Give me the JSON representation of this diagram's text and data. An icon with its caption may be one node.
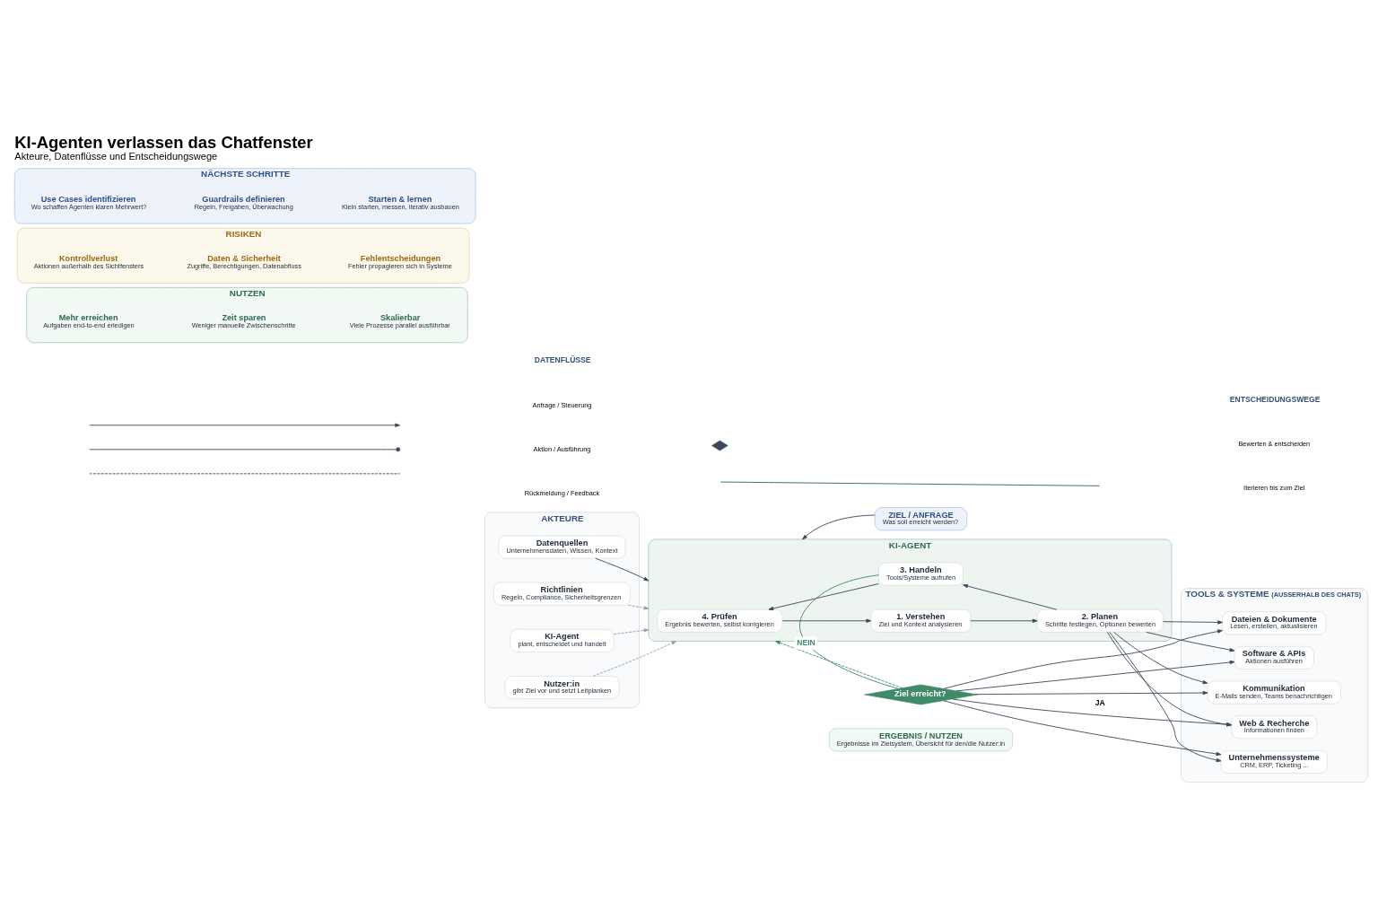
{
  "diagram": {
    "title": "KI-Agenten verlassen das Chatfenster",
    "caption": "Akteure, Datenflüsse und Entscheidungswege",
    "nodes": [
      {
        "text": [
          "AKTEURE"
        ]
      },
      {
        "text": [
          "Nutzer:in",
          "gibt Ziel vor und setzt Leitplanken"
        ],
        "in": 0
      },
      {
        "text": [
          "KI-Agent",
          "plant, entscheidet und handelt"
        ],
        "in": 0
      },
      {
        "text": [
          "Richtlinien",
          "Regeln, Compliance, Sicherheitsgrenzen"
        ],
        "in": 0
      },
      {
        "text": [
          "Datenquellen",
          "Unternehmensdaten, Wissen, Kontext"
        ],
        "in": 0
      },
      {
        "text": [
          "ZIEL / ANFRAGE",
          "Was soll erreicht werden?"
        ]
      },
      {
        "text": [
          "KI-AGENT"
        ]
      },
      {
        "text": [
          "1. Verstehen",
          "Ziel und Kontext analysieren"
        ],
        "in": 6
      },
      {
        "text": [
          "2. Planen",
          "Schritte festlegen, Optionen bewerten"
        ],
        "in": 6
      },
      {
        "text": [
          "3. Handeln",
          "Tools/Systeme aufrufen"
        ],
        "in": 6
      },
      {
        "text": [
          "4. Prüfen",
          "Ergebnis bewerten, selbst korrigieren"
        ],
        "in": 6
      },
      {
        "text": [
          "Ziel erreicht?"
        ]
      },
      {
        "text": [
          "ERGEBNIS / NUTZEN",
          "Ergebnisse im Zielsystem, Übersicht für den/die Nutzer:in"
        ]
      },
      {
        "text": [
          "TOOLS & SYSTEME",
          "(AUSSERHALB DES CHATS)"
        ]
      },
      {
        "text": [
          "Web & Recherche",
          "Informationen finden"
        ],
        "in": 13
      },
      {
        "text": [
          "Software & APIs",
          "Aktionen ausführen"
        ],
        "in": 13
      },
      {
        "text": [
          "Unternehmenssysteme",
          "CRM, ERP, Ticketing ..."
        ],
        "in": 13
      },
      {
        "text": [
          "Kommunikation",
          "E-Mails senden, Teams benachrichtigen"
        ],
        "in": 13
      },
      {
        "text": [
          "Dateien & Dokumente",
          "Lesen, erstellen, aktualisieren"
        ],
        "in": 13
      },
      {
        "text": [
          "NUTZEN"
        ]
      },
      {
        "text": [
          "Mehr erreichen",
          "Aufgaben end-to-end erledigen"
        ],
        "in": 19
      },
      {
        "text": [
          "Zeit sparen",
          "Weniger manuelle Zwischenschritte"
        ],
        "in": 19
      },
      {
        "text": [
          "Skalierbar",
          "Viele Prozesse parallel ausführbar"
        ],
        "in": 19
      },
      {
        "text": [
          "RISIKEN"
        ]
      },
      {
        "text": [
          "Kontrollverlust",
          "Aktionen außerhalb des Sichtfensters"
        ],
        "in": 23
      },
      {
        "text": [
          "Daten & Sicherheit",
          "Zugriffe, Berechtigungen, Datenabfluss"
        ],
        "in": 23
      },
      {
        "text": [
          "Fehlentscheidungen",
          "Fehler propagieren sich in Systeme"
        ],
        "in": 23
      },
      {
        "text": [
          "NÄCHSTE SCHRITTE"
        ]
      },
      {
        "text": [
          "Use Cases identifizieren",
          "Wo schaffen Agenten klaren Mehrwert?"
        ],
        "in": 27
      },
      {
        "text": [
          "Guardrails definieren",
          "Regeln, Freigaben, Überwachung"
        ],
        "in": 27
      },
      {
        "text": [
          "Starten & lernen",
          "Klein starten, messen, iterativ ausbauen"
        ],
        "in": 27
      }
    ],
    "edges": [
      {
        "from": 1,
        "to": 6,
        "arrow": "to",
        "style": "dashed",
        "color": "#9aa0a8"
      },
      {
        "from": 2,
        "to": 6,
        "arrow": "to",
        "style": "dashed",
        "color": "#9aa0a8"
      },
      {
        "from": 3,
        "to": 6,
        "arrow": "to",
        "style": "dashed",
        "color": "#9aa0a8"
      },
      {
        "from": 4,
        "to": 6,
        "arrow": "to"
      },
      {
        "from": 5,
        "to": 6,
        "arrow": "to"
      },
      {
        "from": 7,
        "to": 8,
        "arrow": "to"
      },
      {
        "from": 8,
        "to": 9,
        "arrow": "to"
      },
      {
        "from": 9,
        "to": 10,
        "arrow": "to"
      },
      {
        "from": 10,
        "to": 7,
        "arrow": "to"
      },
      {
        "from": 9,
        "to": 11,
        "arrow": "none",
        "color": "#3f8a68"
      },
      {
        "from": 11,
        "to": 6,
        "label": "NEIN",
        "arrow": "to",
        "style": "dashed",
        "color": "#3f8a68"
      },
      {
        "from": 8,
        "to": 14,
        "arrow": "to"
      },
      {
        "from": 8,
        "to": 15,
        "arrow": "to"
      },
      {
        "from": 8,
        "to": 16,
        "arrow": "to"
      },
      {
        "from": 8,
        "to": 17,
        "arrow": "to"
      },
      {
        "from": 8,
        "to": 18,
        "arrow": "to"
      },
      {
        "from": 11,
        "to": 14,
        "label": "JA",
        "arrow": "to"
      },
      {
        "from": 11,
        "to": 15,
        "arrow": "to"
      },
      {
        "from": 11,
        "to": 16,
        "arrow": "to"
      },
      {
        "from": 11,
        "to": 17,
        "arrow": "to"
      },
      {
        "from": 11,
        "to": 18,
        "arrow": "to"
      }
    ],
    "labels": [
      "DATENFLÜSSE",
      "ENTSCHEIDUNGSWEGE"
    ],
    "legend": [
      {
        "text": "Anfrage / Steuerung"
      },
      {
        "text": "Aktion / Ausführung"
      },
      {
        "text": "Rückmeldung / Feedback"
      },
      {
        "text": "Bewerten & entscheiden"
      },
      {
        "text": "Iterieren bis zum Ziel"
      }
    ]
  }
}
